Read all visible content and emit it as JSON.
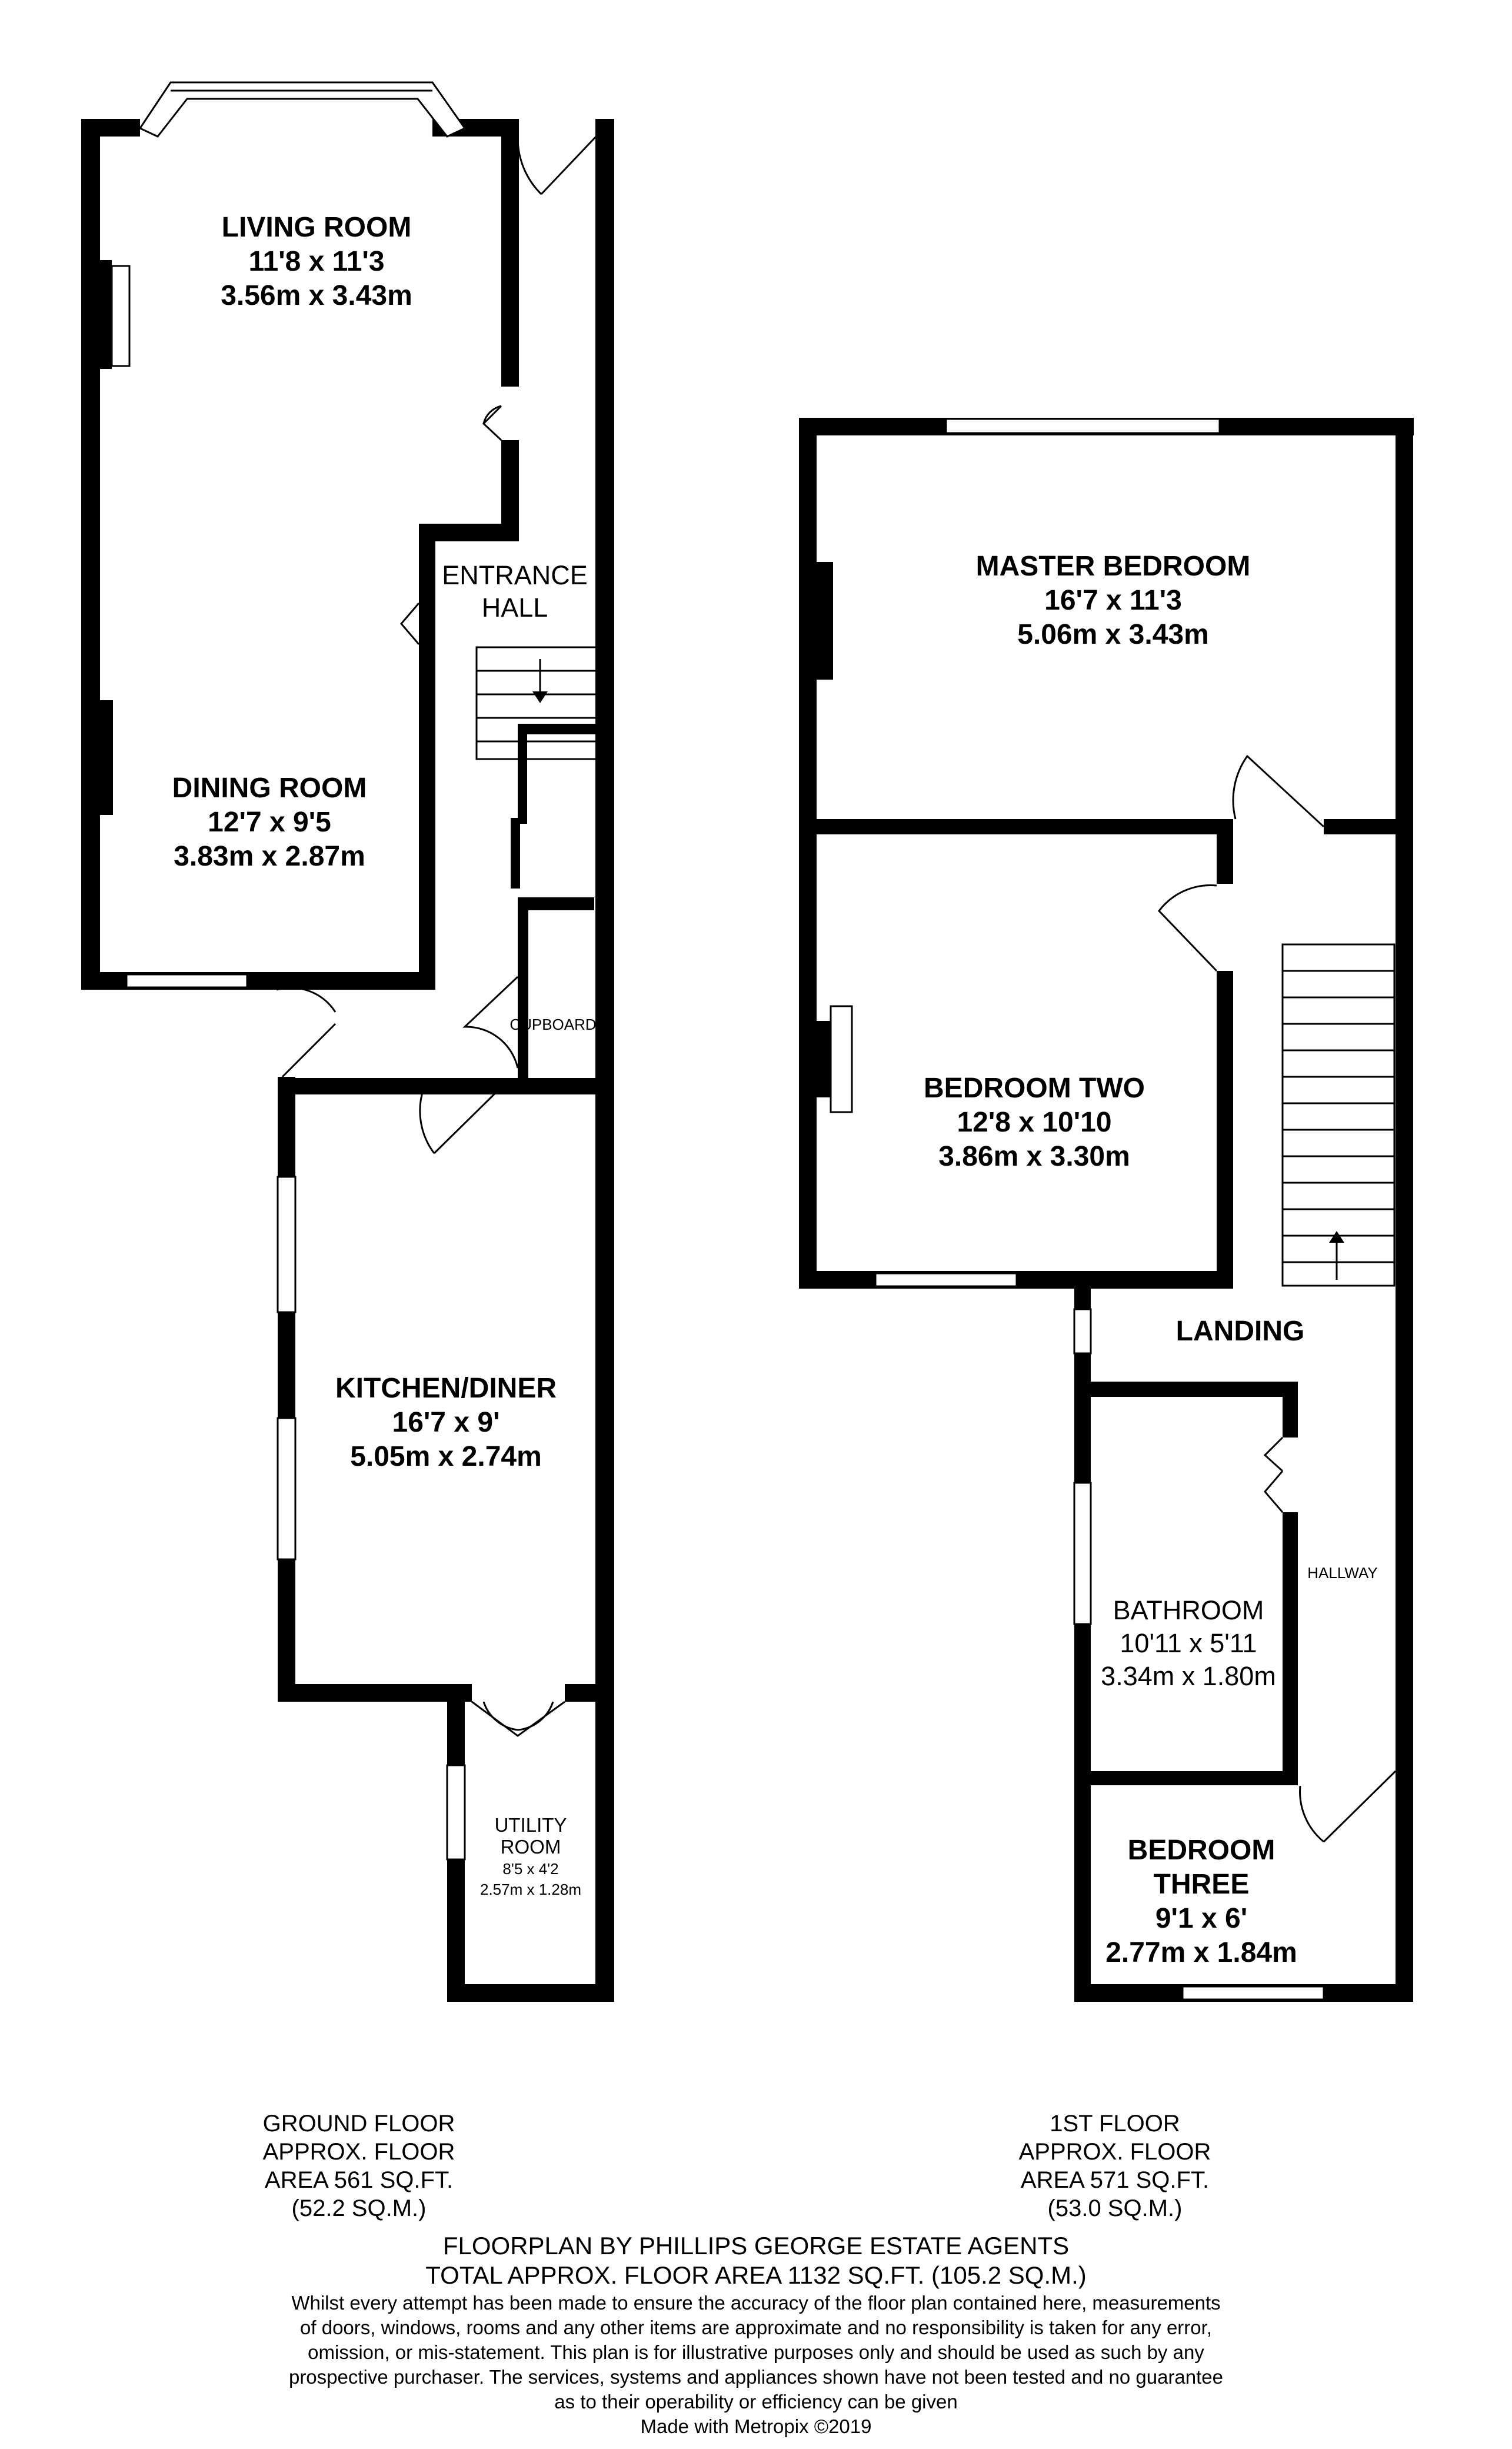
{
  "ground_floor": {
    "rooms": {
      "living_room": {
        "name": "LIVING ROOM",
        "imperial": "11'8 x 11'3",
        "metric": "3.56m x 3.43m"
      },
      "dining_room": {
        "name": "DINING ROOM",
        "imperial": "12'7 x 9'5",
        "metric": "3.83m x 2.87m"
      },
      "entrance_hall": {
        "line1": "ENTRANCE",
        "line2": "HALL"
      },
      "cupboard": {
        "name": "CUPBOARD"
      },
      "kitchen_diner": {
        "name": "KITCHEN/DINER",
        "imperial": "16'7 x 9'",
        "metric": "5.05m x 2.74m"
      },
      "utility_room": {
        "line1": "UTILITY",
        "line2": "ROOM",
        "imperial": "8'5 x 4'2",
        "metric": "2.57m x 1.28m"
      }
    },
    "summary": {
      "line1": "GROUND FLOOR",
      "line2": "APPROX. FLOOR",
      "line3": "AREA 561 SQ.FT.",
      "line4": "(52.2 SQ.M.)"
    }
  },
  "first_floor": {
    "rooms": {
      "master_bedroom": {
        "name": "MASTER BEDROOM",
        "imperial": "16'7 x 11'3",
        "metric": "5.06m x 3.43m"
      },
      "bedroom_two": {
        "name": "BEDROOM TWO",
        "imperial": "12'8 x 10'10",
        "metric": "3.86m x 3.30m"
      },
      "landing": {
        "name": "LANDING"
      },
      "hallway": {
        "name": "HALLWAY"
      },
      "bathroom": {
        "name": "BATHROOM",
        "imperial": "10'11 x 5'11",
        "metric": "3.34m x 1.80m"
      },
      "bedroom_three": {
        "line1": "BEDROOM",
        "line2": "THREE",
        "imperial": "9'1 x 6'",
        "metric": "2.77m x 1.84m"
      }
    },
    "summary": {
      "line1": "1ST FLOOR",
      "line2": "APPROX. FLOOR",
      "line3": "AREA 571 SQ.FT.",
      "line4": "(53.0 SQ.M.)"
    }
  },
  "footer": {
    "credit": "FLOORPLAN BY PHILLIPS GEORGE ESTATE AGENTS",
    "total_area": "TOTAL APPROX. FLOOR AREA 1132 SQ.FT. (105.2 SQ.M.)",
    "disclaimer": {
      "line1": "Whilst every attempt has been made to ensure the accuracy of the floor plan contained here, measurements",
      "line2": "of doors, windows, rooms and any other items are approximate and no responsibility is taken for any error,",
      "line3": "omission, or mis-statement. This plan is for illustrative purposes only and should be used as such by any",
      "line4": "prospective purchaser. The services, systems and appliances shown have not been tested and no guarantee",
      "line5": "as to their operability or efficiency can be given"
    },
    "made_with": "Made with Metropix ©2019"
  }
}
